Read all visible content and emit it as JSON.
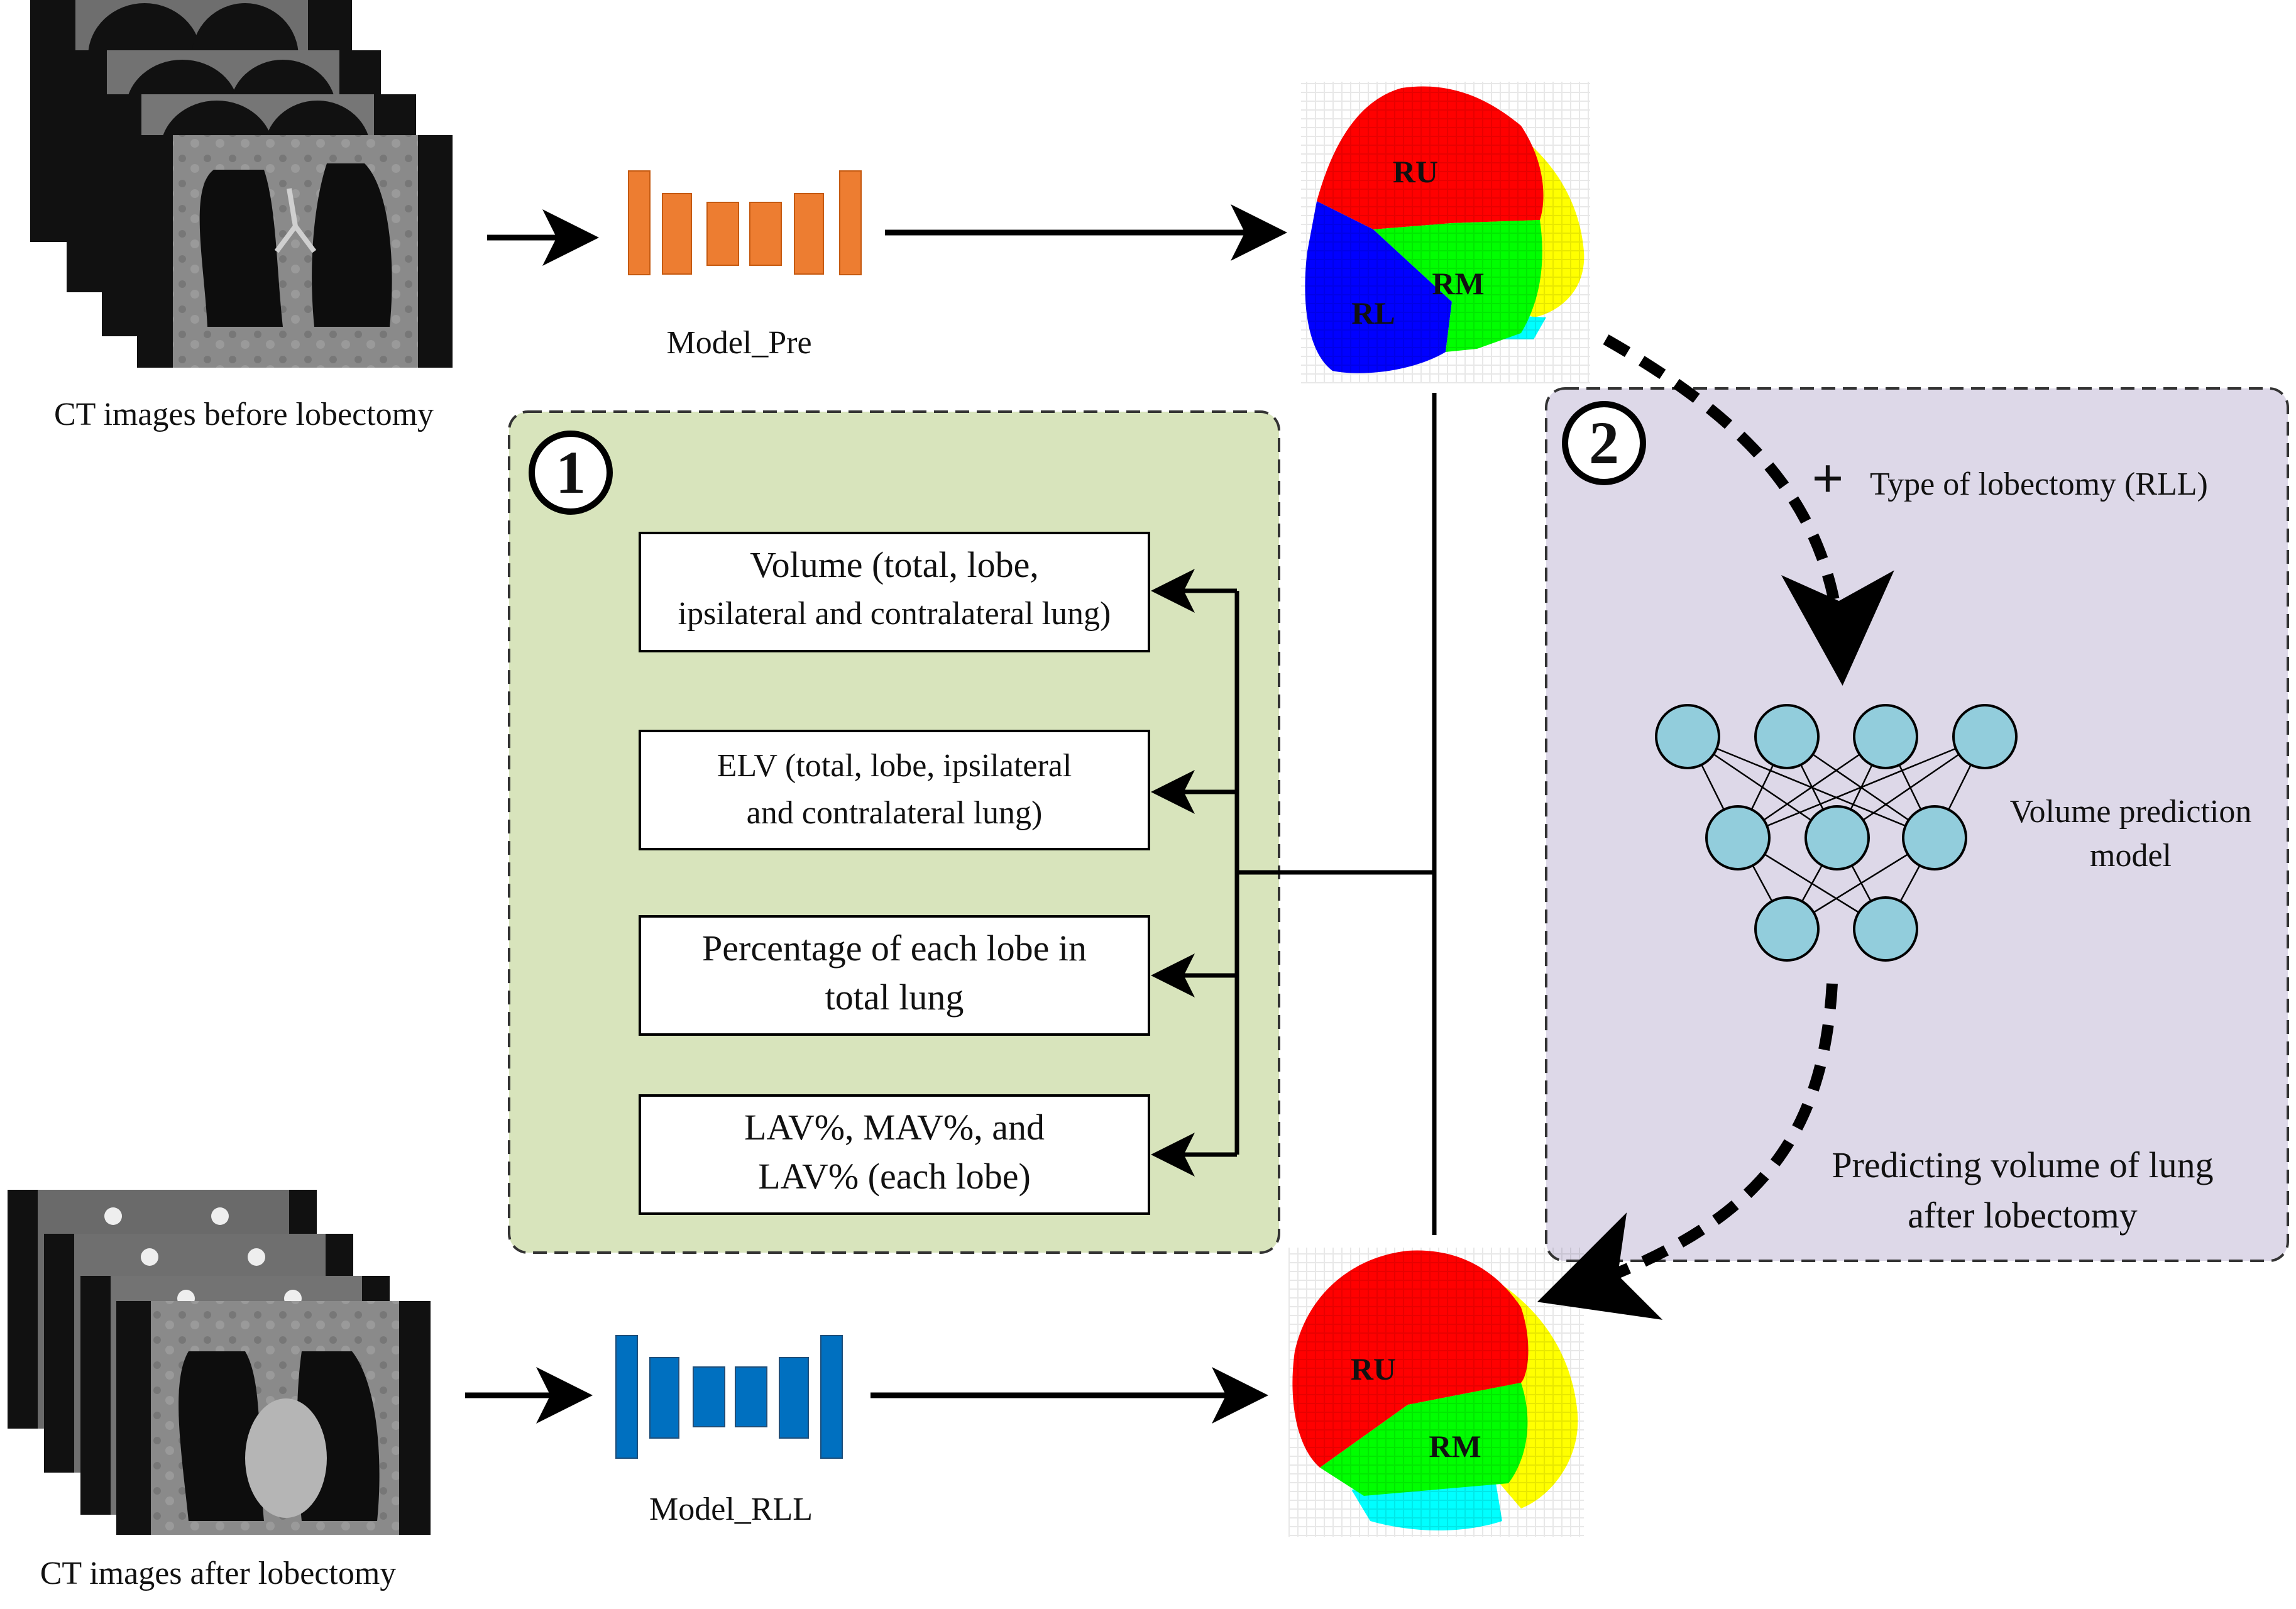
{
  "labels": {
    "ct_before": "CT images before lobectomy",
    "ct_after": "CT images after lobectomy",
    "model_pre": "Model_Pre",
    "model_rll": "Model_RLL",
    "type_of_lobectomy": "Type of lobectomy (RLL)",
    "volume_prediction_line1": "Volume prediction",
    "volume_prediction_line2": "model",
    "predicting_line1": "Predicting volume of lung",
    "predicting_line2": "after lobectomy"
  },
  "panel1": {
    "number": "1",
    "boxes": [
      {
        "line1": "Volume (total, lobe,",
        "line2": "ipsilateral and contralateral lung)"
      },
      {
        "line1": "ELV (total, lobe, ipsilateral",
        "line2": "and contralateral lung)"
      },
      {
        "line1": "Percentage of each lobe in",
        "line2": "total lung"
      },
      {
        "line1": "LAV%, MAV%, and",
        "line2": "LAV% (each lobe)"
      }
    ]
  },
  "panel2": {
    "number": "2",
    "plus": "+"
  },
  "lung_before": {
    "lobes": [
      "RU",
      "RM",
      "RL"
    ]
  },
  "lung_after": {
    "lobes": [
      "RU",
      "RM"
    ]
  },
  "colors": {
    "panel1_fill": "#d8e4bc",
    "panel2_fill": "#ddd8e8",
    "model_pre": "#ed7d31",
    "model_rll": "#0070c0",
    "neuron": "#92cddc",
    "lobe_upper": "#ff0000",
    "lobe_middle": "#00ff00",
    "lobe_lower": "#0000ff",
    "lobe_left": "#ffff00",
    "lobe_cyan": "#00ffff"
  }
}
